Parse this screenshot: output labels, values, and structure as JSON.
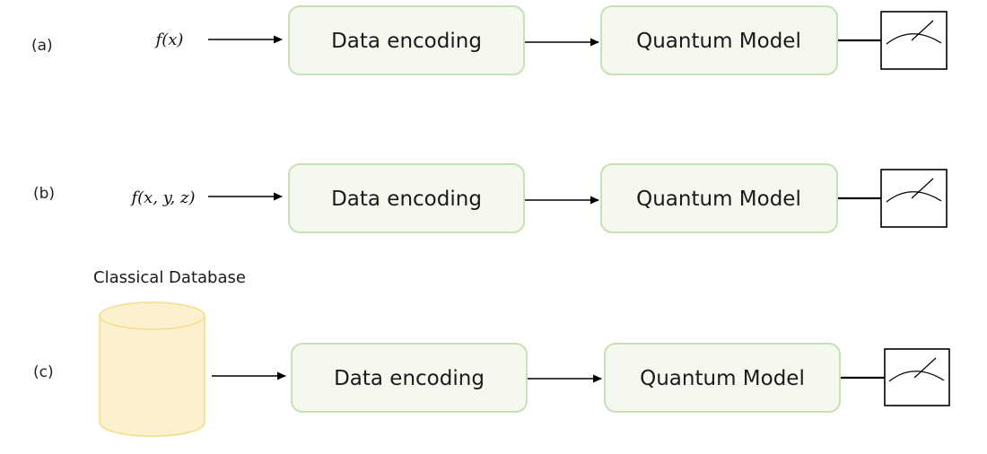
{
  "colors": {
    "box_fill": "#f4f8ee",
    "box_stroke": "#c7e0b6",
    "cylinder_fill": "#fbf1cf",
    "cylinder_stroke": "#f5dd8c",
    "arrow": "#000000"
  },
  "rows": [
    {
      "label": "(a)",
      "input": "f(x)",
      "encoding": "Data encoding",
      "model": "Quantum Model",
      "measure_icon": "measurement-meter-icon"
    },
    {
      "label": "(b)",
      "input": "f(x, y, z)",
      "encoding": "Data encoding",
      "model": "Quantum Model",
      "measure_icon": "measurement-meter-icon"
    },
    {
      "label": "(c)",
      "input_icon": "database-cylinder-icon",
      "database_title": "Classical Database",
      "encoding": "Data encoding",
      "model": "Quantum Model",
      "measure_icon": "measurement-meter-icon"
    }
  ]
}
